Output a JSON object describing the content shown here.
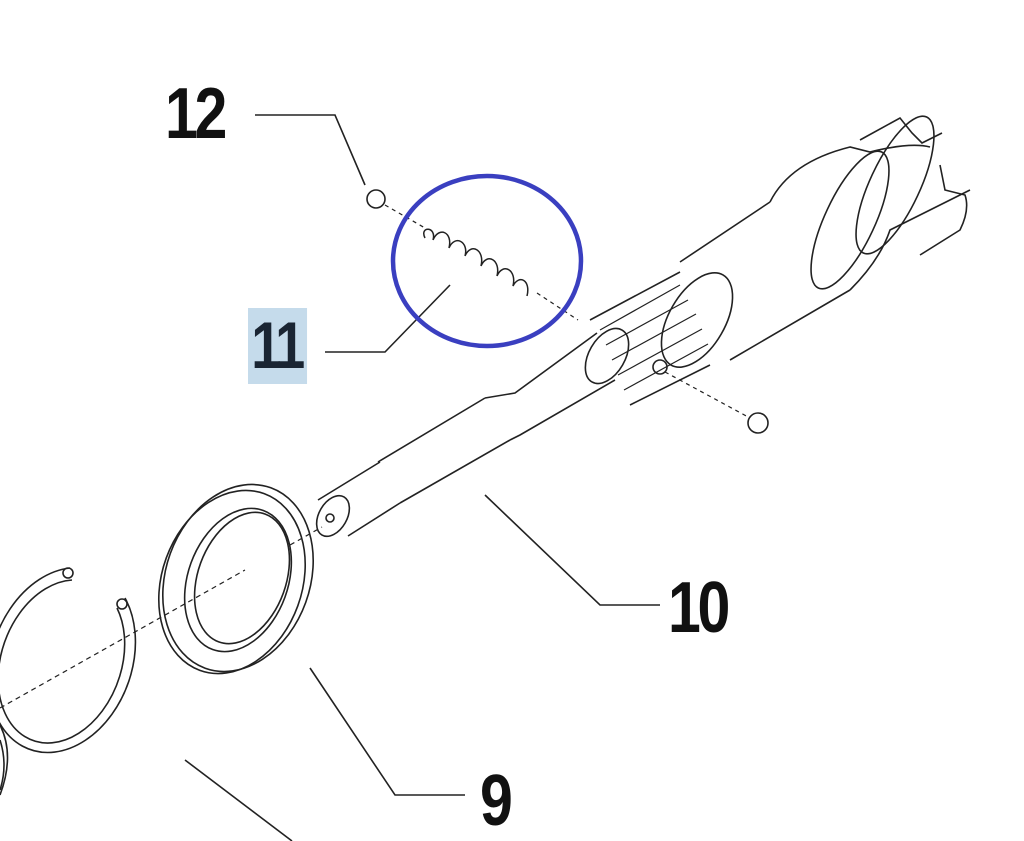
{
  "diagram": {
    "callouts": [
      {
        "id": "12",
        "part": "ball"
      },
      {
        "id": "11",
        "part": "spring",
        "highlighted": true
      },
      {
        "id": "10",
        "part": "shaft"
      },
      {
        "id": "9",
        "part": "seal-ring"
      }
    ],
    "colors": {
      "highlight": "#c5dbeb",
      "circle": "#3a3fc0",
      "line": "#222222"
    }
  }
}
